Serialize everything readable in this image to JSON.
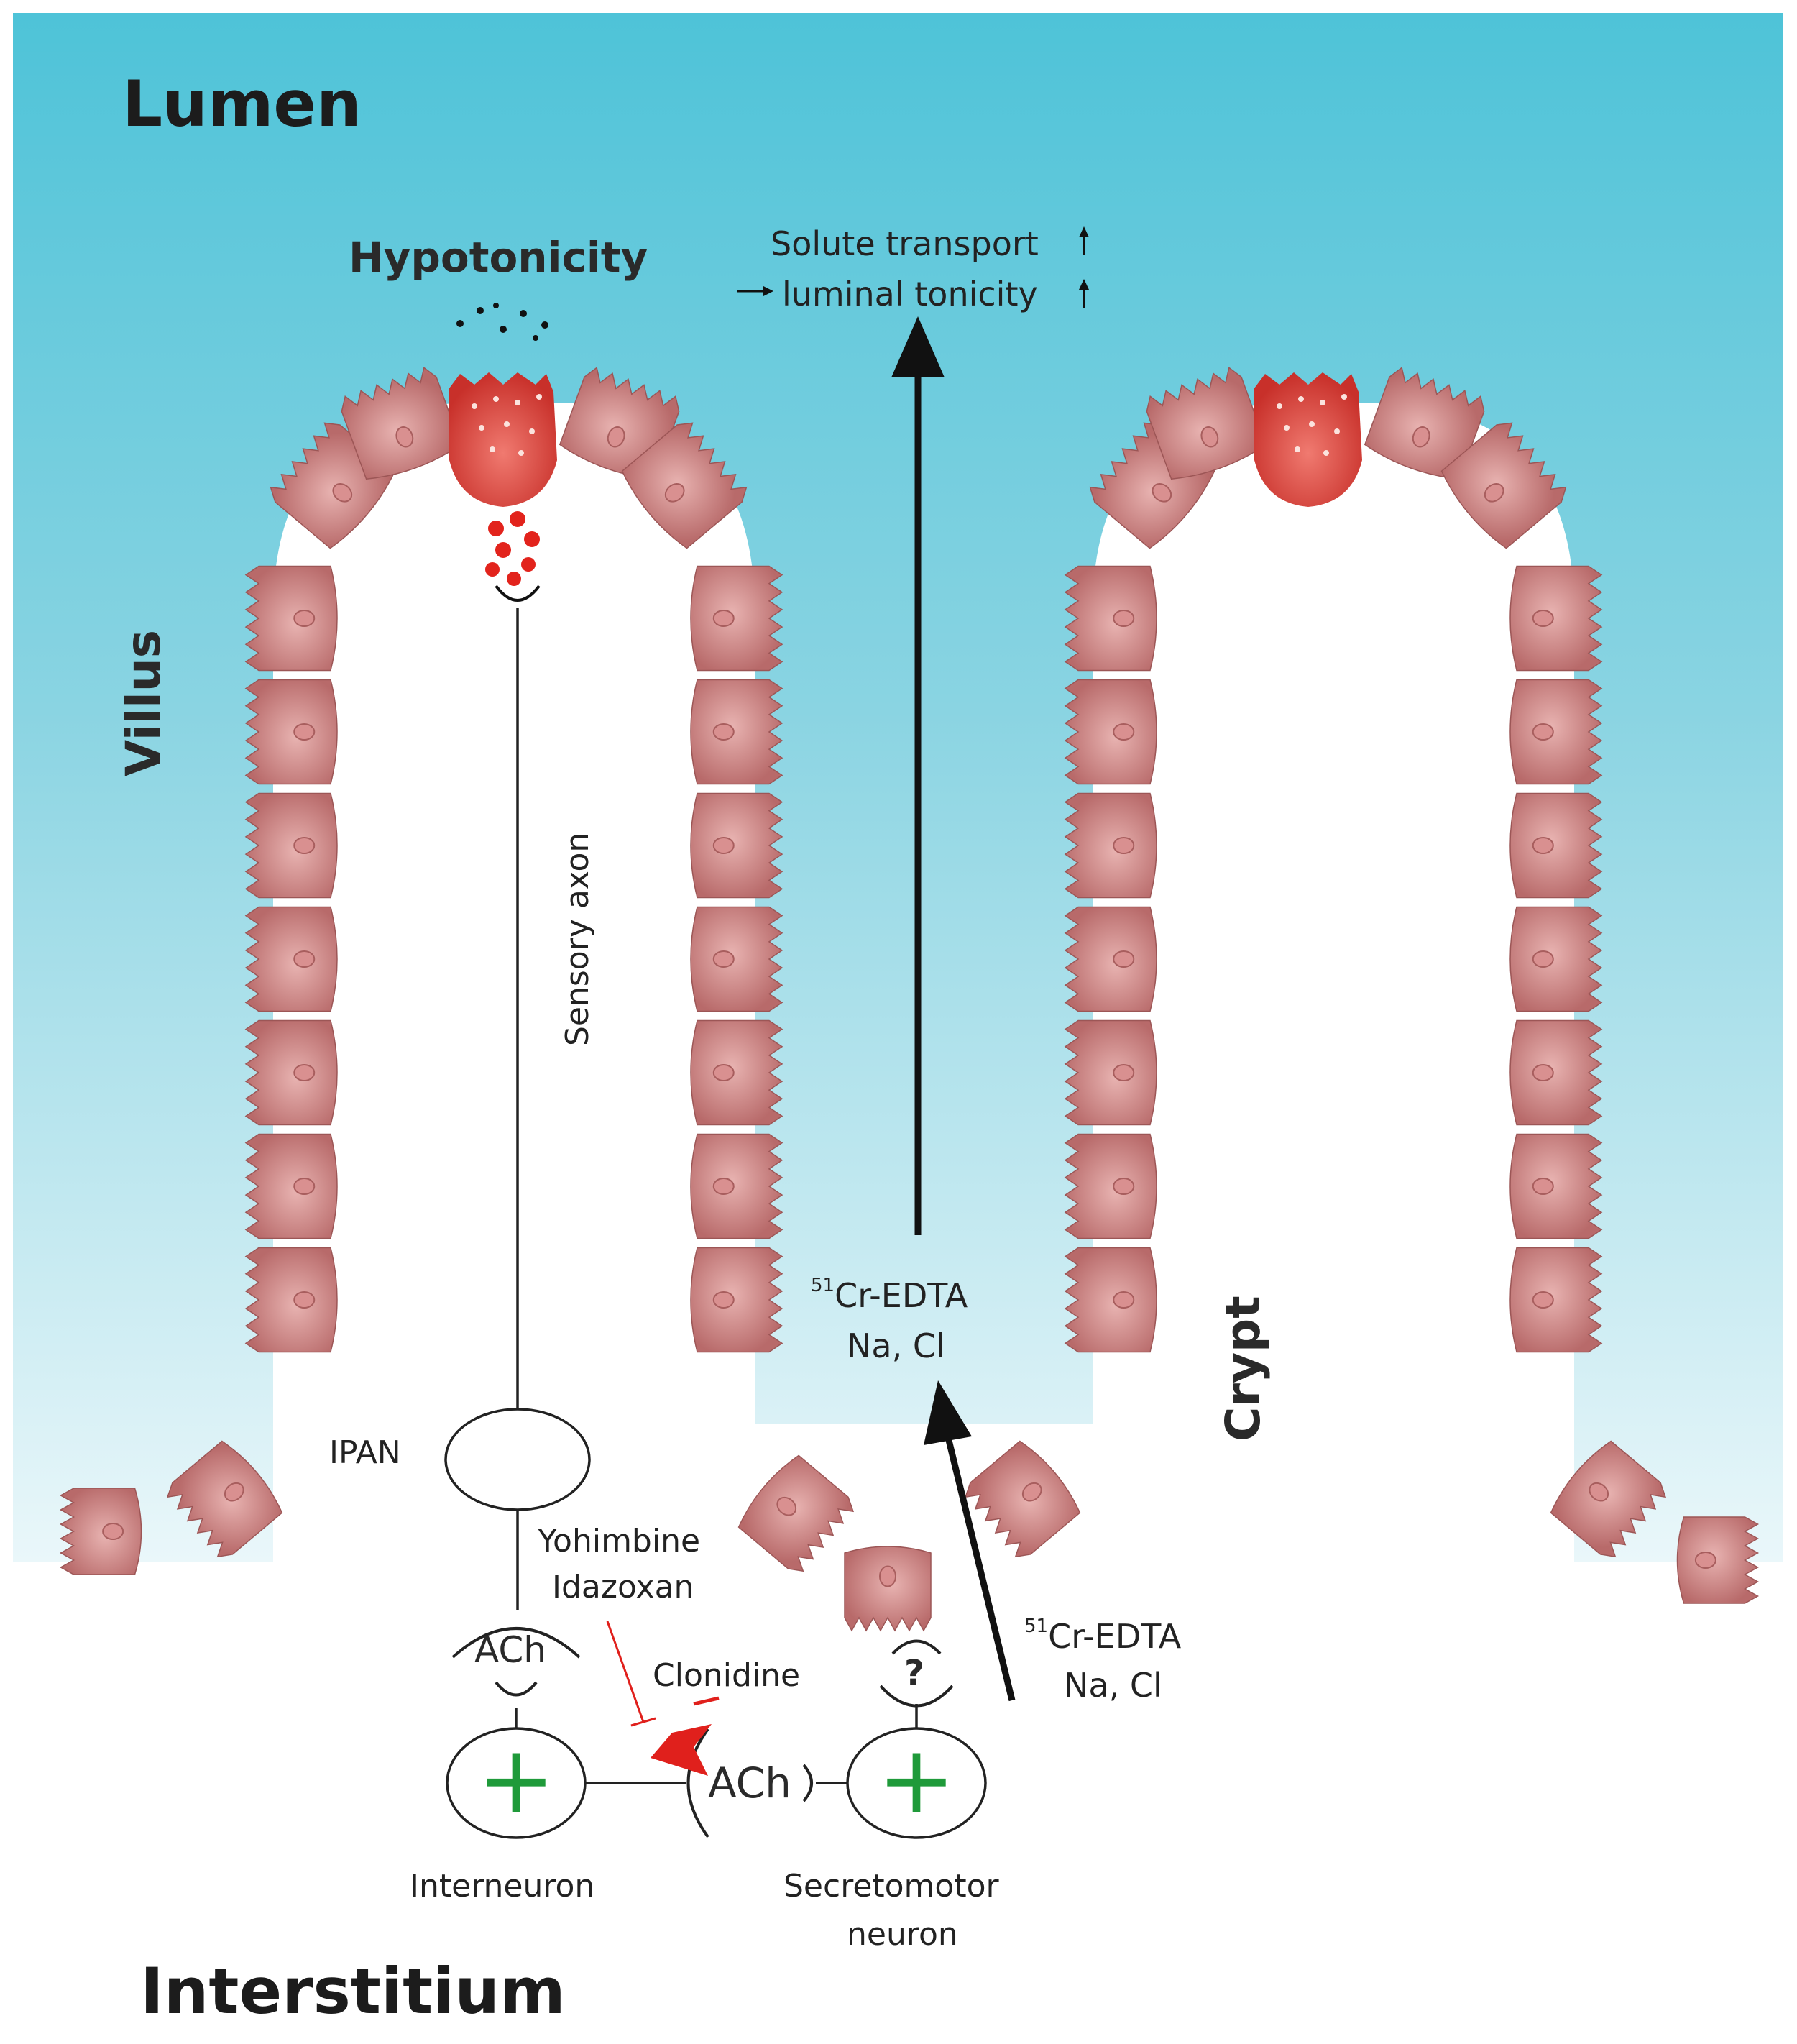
{
  "labels": {
    "lumen": "Lumen",
    "interstitium": "Interstitium",
    "villus": "Villus",
    "crypt": "Crypt",
    "hypotonicity": "Hypotonicity",
    "solute_transport": "Solute transport",
    "luminal_tonicity": "luminal tonicity",
    "sensory_axon": "Sensory axon",
    "ipan": "IPAN",
    "yohimbine": "Yohimbine",
    "idazoxan": "Idazoxan",
    "clonidine": "Clonidine",
    "ach_top": "ACh",
    "ach_synapse": "ACh",
    "unknown_receptor": "?",
    "interneuron": "Interneuron",
    "secretomotor_line1": "Secretomotor",
    "secretomotor_line2": "neuron",
    "cr_edta_sup_1": "51",
    "cr_edta_1": "Cr-EDTA",
    "na_cl_1": "Na, Cl",
    "cr_edta_sup_2": "51",
    "cr_edta_2": "Cr-EDTA",
    "na_cl_2": "Na, Cl",
    "plus_interneuron": "+",
    "plus_secretomotor": "+"
  },
  "colors": {
    "lumen_top": "#4ec3d8",
    "lumen_bottom": "#eaf7fa",
    "cell_fill": "#b86a6a",
    "cell_light": "#e2a5a3",
    "goblet": "#d8433c",
    "inhibit_red": "#e0201c",
    "plus_green": "#1f9a3a"
  }
}
